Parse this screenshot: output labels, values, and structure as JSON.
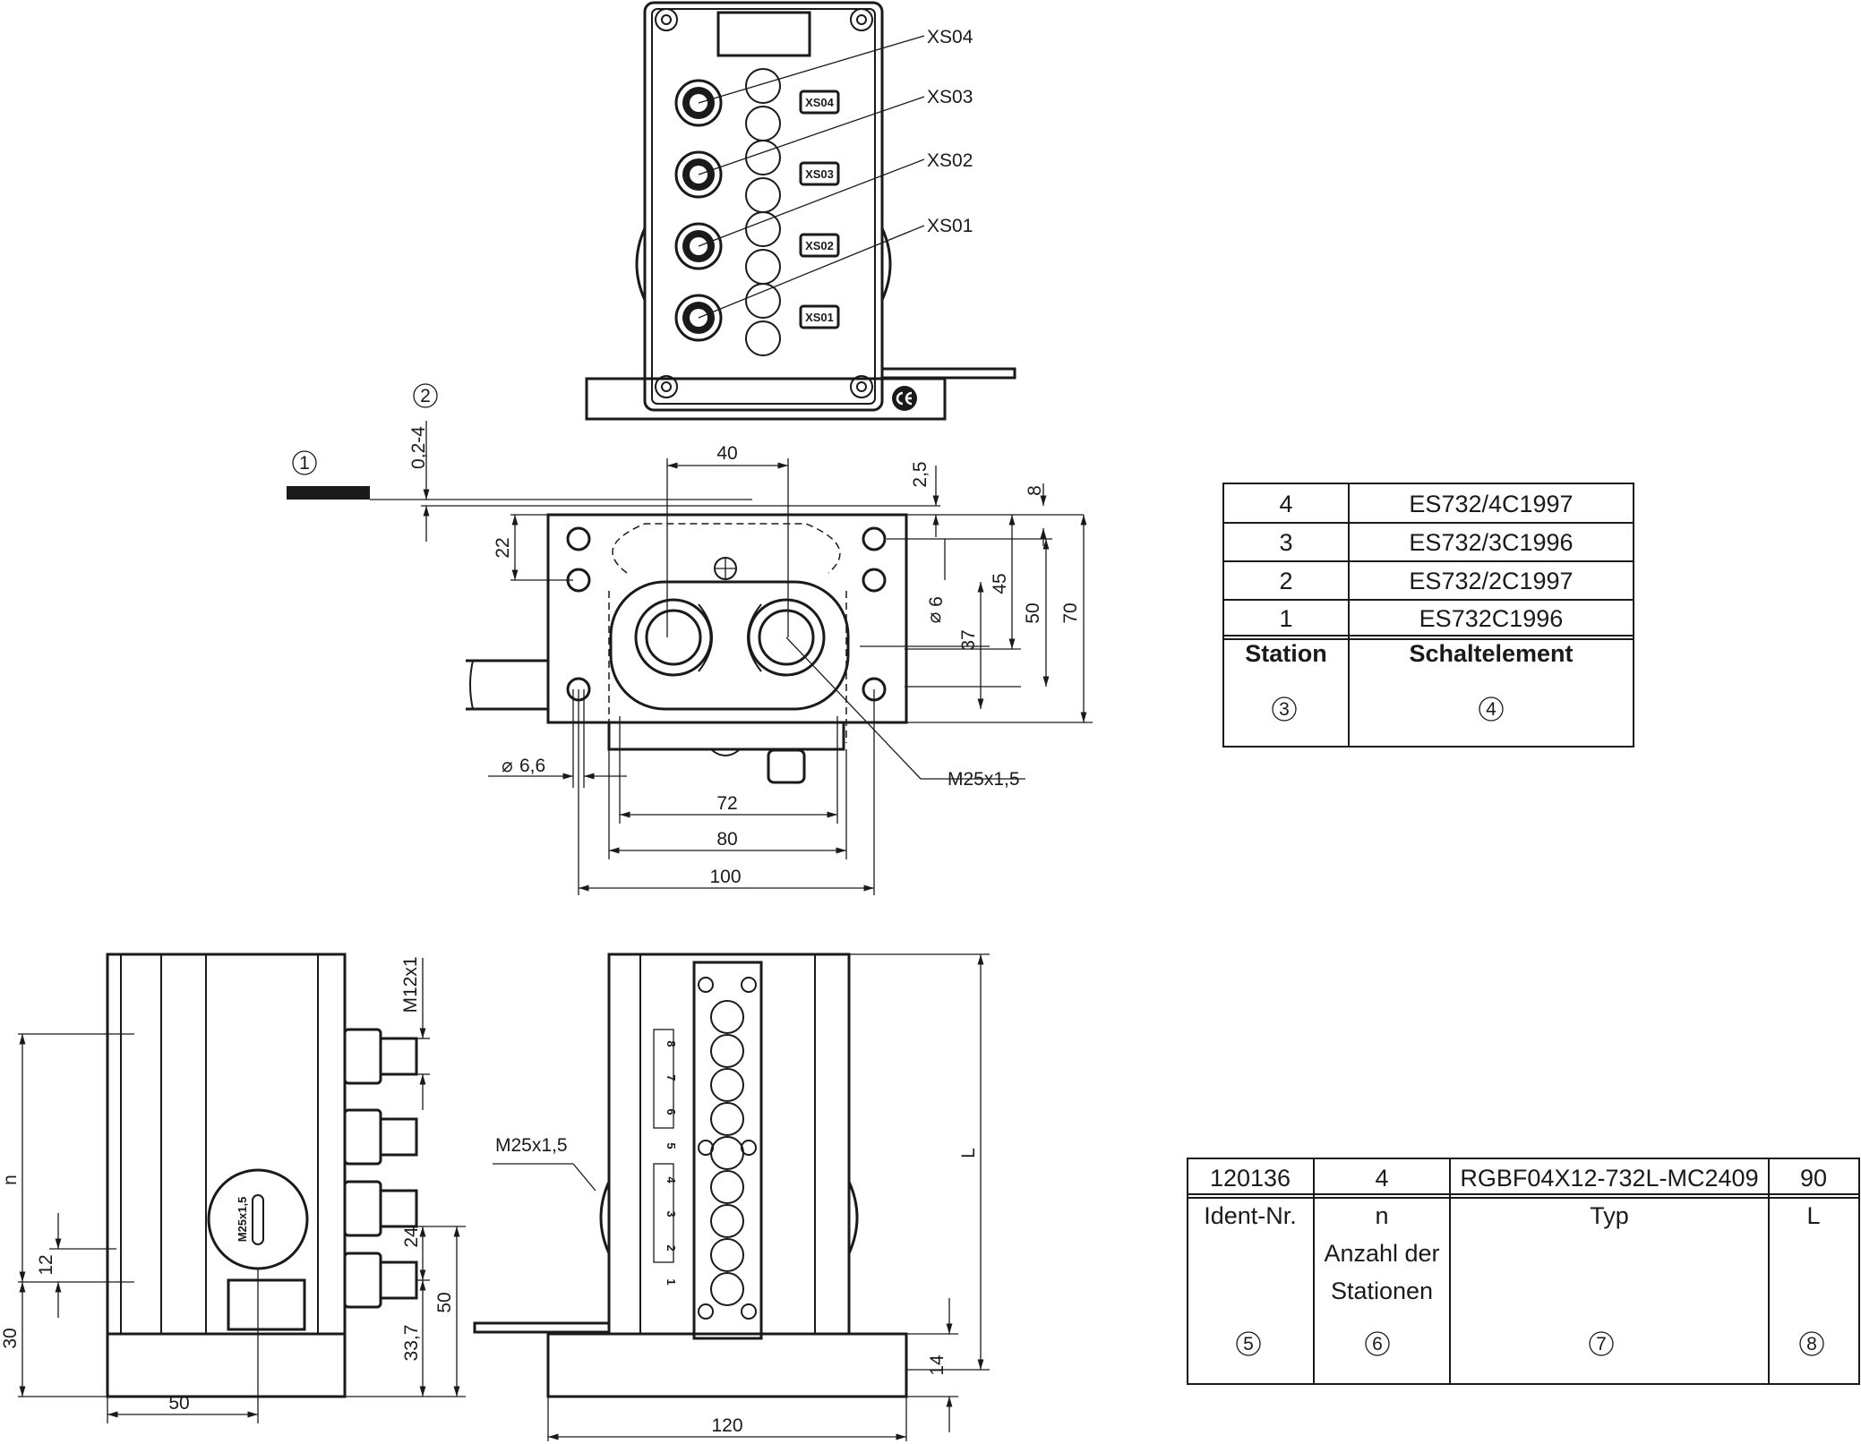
{
  "connector_labels": [
    "XS04",
    "XS03",
    "XS02",
    "XS01"
  ],
  "callouts": [
    "1",
    "2",
    "3",
    "4",
    "5",
    "6",
    "7",
    "8"
  ],
  "dimensions": {
    "gap": "0,2-4",
    "d40": "40",
    "d2_5": "2,5",
    "d8": "8",
    "d22": "22",
    "d45": "45",
    "d50": "50",
    "d70": "70",
    "d6": "6",
    "d37": "37",
    "d6_6": "6,6",
    "thread_front": "M25x1,5",
    "d72": "72",
    "d80": "80",
    "d100": "100",
    "m12": "M12x1",
    "n": "n",
    "d12": "12",
    "d30": "30",
    "d24": "24",
    "d33_7": "33,7",
    "d50_side": "50",
    "d50_bottom": "50",
    "thread_side": "M25x1,5",
    "L": "L",
    "d14": "14",
    "d120": "120"
  },
  "part_labels": {
    "gland": "M25x1,5",
    "lid_numbers": [
      "8",
      "7",
      "6",
      "5",
      "4",
      "3",
      "2",
      "1"
    ]
  },
  "station_table": {
    "rows": [
      {
        "station": "4",
        "element": "ES732/4C1997"
      },
      {
        "station": "3",
        "element": "ES732/3C1996"
      },
      {
        "station": "2",
        "element": "ES732/2C1997"
      },
      {
        "station": "1",
        "element": "ES732C1996"
      }
    ],
    "header": {
      "station": "Station",
      "element": "Schaltelement"
    },
    "callouts": {
      "station": "3",
      "element": "4"
    }
  },
  "ident_table": {
    "values": {
      "ident": "120136",
      "n": "4",
      "typ": "RGBF04X12-732L-MC2409",
      "L": "90"
    },
    "headers": {
      "ident": "Ident-Nr.",
      "n": "n",
      "n_desc_1": "Anzahl der",
      "n_desc_2": "Stationen",
      "typ": "Typ",
      "L": "L"
    },
    "callouts": {
      "ident": "5",
      "n": "6",
      "typ": "7",
      "L": "8"
    }
  }
}
